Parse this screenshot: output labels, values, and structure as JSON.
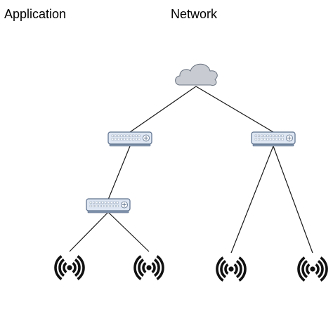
{
  "labels": {
    "application": "Application",
    "network": "Network"
  },
  "colors": {
    "line": "#1a1a1a",
    "cloud_fill": "#c8ccd2",
    "cloud_stroke": "#6b7380",
    "switch_body": "#dde6f2",
    "switch_stroke": "#5b6f8c",
    "switch_base": "#8a9bb3",
    "port": "#ffffff",
    "antenna": "#111111"
  },
  "nodes": [
    {
      "id": "cloud",
      "icon": "cloud-icon"
    },
    {
      "id": "switch-left",
      "icon": "network-switch-icon"
    },
    {
      "id": "switch-right",
      "icon": "network-switch-icon"
    },
    {
      "id": "switch-lower",
      "icon": "network-switch-icon"
    },
    {
      "id": "ap-1",
      "icon": "wireless-access-point-icon"
    },
    {
      "id": "ap-2",
      "icon": "wireless-access-point-icon"
    },
    {
      "id": "ap-3",
      "icon": "wireless-access-point-icon"
    },
    {
      "id": "ap-4",
      "icon": "wireless-access-point-icon"
    }
  ],
  "edges": [
    {
      "from": "cloud",
      "to": "switch-left"
    },
    {
      "from": "cloud",
      "to": "switch-right"
    },
    {
      "from": "switch-left",
      "to": "switch-lower"
    },
    {
      "from": "switch-lower",
      "to": "ap-1"
    },
    {
      "from": "switch-lower",
      "to": "ap-2"
    },
    {
      "from": "switch-right",
      "to": "ap-3"
    },
    {
      "from": "switch-right",
      "to": "ap-4"
    }
  ]
}
